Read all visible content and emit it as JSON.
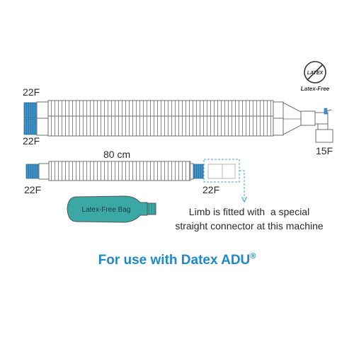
{
  "badge": {
    "top_text": "LATEX",
    "caption": "Latex-Free"
  },
  "labels": {
    "upper_left_top": "22F",
    "upper_left_bottom": "22F",
    "right_port": "15F",
    "length": "80 cm",
    "lower_left": "22F",
    "lower_right": "22F"
  },
  "bag": {
    "label": "Latex-Free Bag"
  },
  "note": {
    "line1": "Limb is fitted with  a special",
    "line2": "straight connector at this machine"
  },
  "footer": {
    "text": "For use with Datex ADU",
    "mark": "®"
  },
  "colors": {
    "connector_blue": "#3f93c9",
    "tube_fill": "#ffffff",
    "tube_stroke": "#6d6d6d",
    "bag_fill": "#3aa9a6",
    "footer_blue": "#1e88c9",
    "dash_blue": "#4aa3d0"
  },
  "icons": [
    "no-latex-icon",
    "corrugated-tube-icon",
    "reservoir-bag-icon",
    "dashed-arrow-icon"
  ]
}
